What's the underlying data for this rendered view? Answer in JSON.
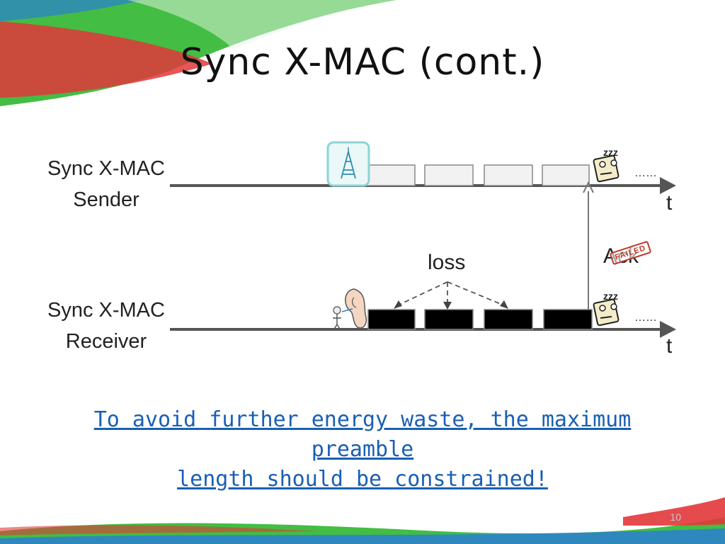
{
  "slide": {
    "title": "Sync X-MAC (cont.)",
    "page_number": "10"
  },
  "sender": {
    "label_line1": "Sync X-MAC",
    "label_line2": "Sender",
    "axis_label": "t",
    "trailing_dots": "……",
    "preamble_count": 4,
    "icons": [
      "antenna-icon",
      "sleeping-face-icon"
    ]
  },
  "receiver": {
    "label_line1": "Sync X-MAC",
    "label_line2": "Receiver",
    "axis_label": "t",
    "trailing_dots": "……",
    "preamble_count": 4,
    "icons": [
      "listening-ear-icon",
      "sleeping-face-icon"
    ]
  },
  "annotations": {
    "loss": "loss",
    "ack": "Ack",
    "failed_stamp": "FAILED"
  },
  "note": {
    "line1": "To avoid further energy waste, the maximum preamble",
    "line2": "length should be constrained!"
  },
  "colors": {
    "note_text": "#1a5fb4",
    "decor_green": "#2fb62f",
    "decor_red": "#e2373a",
    "decor_blue": "#2a7fd4",
    "sender_packet_fill": "#f2f2f2",
    "receiver_packet_fill": "#000000"
  }
}
